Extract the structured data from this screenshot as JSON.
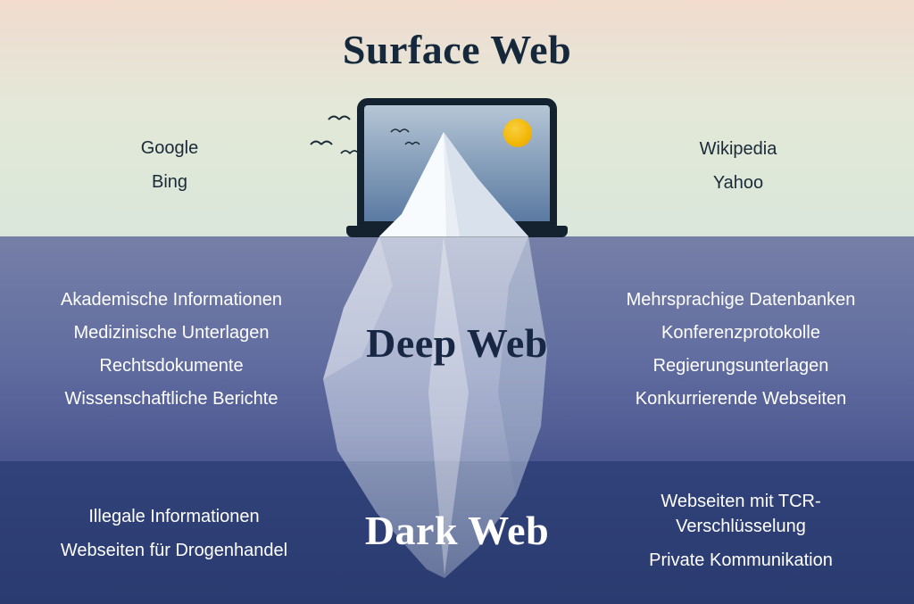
{
  "surface": {
    "title": "Surface Web",
    "left": [
      "Google",
      "Bing"
    ],
    "right": [
      "Wikipedia",
      "Yahoo"
    ]
  },
  "deep": {
    "title": "Deep Web",
    "left": [
      "Akademische Informationen",
      "Medizinische Unterlagen",
      "Rechtsdokumente",
      "Wissenschaftliche Berichte"
    ],
    "right": [
      "Mehrsprachige Datenbanken",
      "Konferenzprotokolle",
      "Regierungsunterlagen",
      "Konkurrierende Webseiten"
    ]
  },
  "dark": {
    "title": "Dark Web",
    "left": [
      "Illegale Informationen",
      "Webseiten für Drogenhandel"
    ],
    "right": [
      "Webseiten mit TCR-Verschlüsselung",
      "Private Kommunikation"
    ]
  },
  "icons": {
    "laptop": "laptop-icon",
    "iceberg": "iceberg-icon",
    "sun": "sun-icon",
    "birds": "birds-icon"
  },
  "colors": {
    "navy": "#13222E",
    "sun": "#F2B705",
    "deep_band_top": "#767FA7",
    "deep_band_bottom": "#4A568F",
    "dark_band": "#2E3F74",
    "surface_top": "#F2DCCD",
    "surface_bottom": "#D9E7DA"
  }
}
